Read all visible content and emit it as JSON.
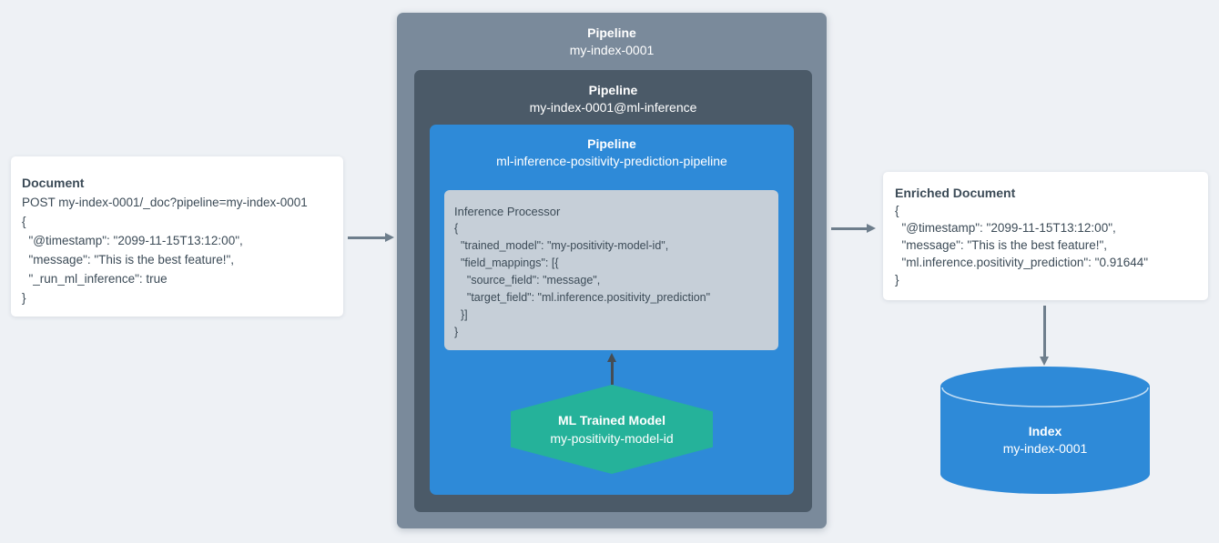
{
  "palette": {
    "background": "#eef1f5",
    "outer_pipeline": "#7a8a9b",
    "inner_pipeline": "#4b5a68",
    "blue_pipeline": "#2e8ad8",
    "processor_box": "#c6cfd8",
    "model_hexagon": "#25b29a",
    "index_cylinder": "#2e8ad8",
    "card": "#ffffff",
    "text_dark": "#3c4b57",
    "text_light": "#ffffff",
    "arrow_gray": "#6e7e8c",
    "arrow_dark": "#454d54"
  },
  "document_card": {
    "title": "Document",
    "lines": [
      "POST my-index-0001/_doc?pipeline=my-index-0001",
      "{",
      "  \"@timestamp\": \"2099-11-15T13:12:00\",",
      "  \"message\": \"This is the best feature!\",",
      "  \"_run_ml_inference\": true",
      "}"
    ]
  },
  "outer_pipeline": {
    "label": "Pipeline",
    "name": "my-index-0001"
  },
  "inner_pipeline": {
    "label": "Pipeline",
    "name": "my-index-0001@ml-inference"
  },
  "ml_pipeline": {
    "label": "Pipeline",
    "name": "ml-inference-positivity-prediction-pipeline"
  },
  "inference_processor": {
    "title": "Inference Processor",
    "lines": [
      "{",
      "  \"trained_model\": \"my-positivity-model-id\",",
      "  \"field_mappings\": [{",
      "    \"source_field\": \"message\",",
      "    \"target_field\": \"ml.inference.positivity_prediction\"",
      "  }]",
      "}"
    ]
  },
  "ml_model": {
    "title": "ML Trained Model",
    "name": "my-positivity-model-id"
  },
  "enriched_card": {
    "title": "Enriched Document",
    "lines": [
      "{",
      "  \"@timestamp\": \"2099-11-15T13:12:00\",",
      "  \"message\": \"This is the best feature!\",",
      "  \"ml.inference.positivity_prediction\": \"0.91644\"",
      "}"
    ]
  },
  "index": {
    "label": "Index",
    "name": "my-index-0001"
  }
}
